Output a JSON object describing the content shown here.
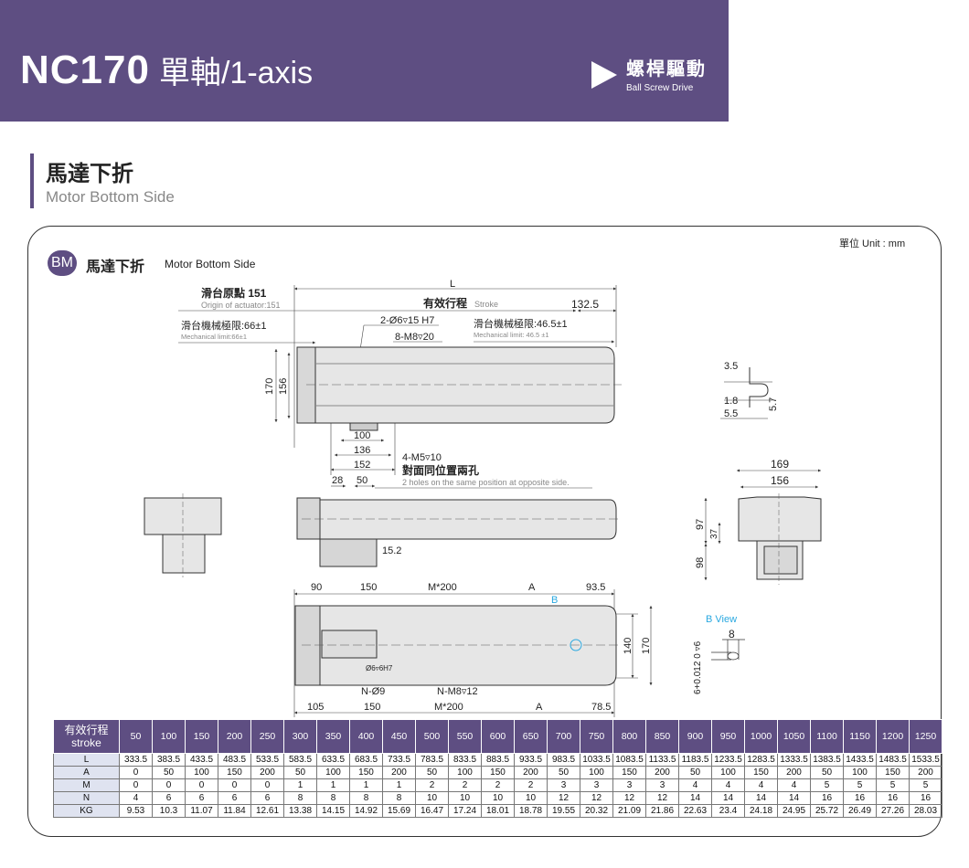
{
  "header": {
    "model": "NC170",
    "axis": "單軸/1-axis",
    "drive_zh": "螺桿驅動",
    "drive_en": "Ball Screw Drive"
  },
  "section": {
    "title_zh": "馬達下折",
    "title_en": "Motor Bottom Side"
  },
  "panel": {
    "unit": "單位 Unit : mm",
    "badge": "BM",
    "title_zh": "馬達下折",
    "title_en": "Motor Bottom Side"
  },
  "drawing": {
    "origin_zh": "滑台原點 151",
    "origin_en": "Origin of actuator:151",
    "mech_left_zh": "滑台機械極限:66±1",
    "mech_left_en": "Mechanical limit:66±1",
    "mech_right_zh": "滑台機械極限:46.5±1",
    "mech_right_en": "Mechanical limit: 46.5 ±1",
    "L": "L",
    "stroke_zh": "有效行程",
    "stroke_en": "Stroke",
    "d132_5": "132.5",
    "pin_holes": "2-Ø6▿15 H7",
    "tap_holes": "8-M8▿20",
    "d170": "170",
    "d156": "156",
    "d100": "100",
    "d136": "136",
    "d152": "152",
    "m5": "4-M5▿10",
    "m5_zh": "對面同位置兩孔",
    "m5_en": "2 holes on the same position at opposite side.",
    "d28": "28",
    "d50": "50",
    "d15_2": "15.2",
    "top90": "90",
    "top150": "150",
    "topM": "M*200",
    "topA": "A",
    "top93_5": "93.5",
    "B": "B",
    "bot105": "105",
    "bot150": "150",
    "botM": "M*200",
    "botA": "A",
    "bot78_5": "78.5",
    "d140": "140",
    "d170b": "170",
    "pin_b": "Ø6▿6H7",
    "n_holes": "N-Ø9",
    "n_taps": "N-M8▿12",
    "p3_5": "3.5",
    "p1_8": "1.8",
    "p5_5": "5.5",
    "p5_7": "5.7",
    "e169": "169",
    "e156": "156",
    "e97": "97",
    "e37": "37",
    "e98": "98",
    "bview": "B View",
    "b8": "8",
    "btol": "6+0.012 0 ▿6"
  },
  "table": {
    "header_zh": "有效行程",
    "header_en": "stroke",
    "strokes": [
      "50",
      "100",
      "150",
      "200",
      "250",
      "300",
      "350",
      "400",
      "450",
      "500",
      "550",
      "600",
      "650",
      "700",
      "750",
      "800",
      "850",
      "900",
      "950",
      "1000",
      "1050",
      "1100",
      "1150",
      "1200",
      "1250"
    ],
    "rows": [
      {
        "label": "L",
        "values": [
          "333.5",
          "383.5",
          "433.5",
          "483.5",
          "533.5",
          "583.5",
          "633.5",
          "683.5",
          "733.5",
          "783.5",
          "833.5",
          "883.5",
          "933.5",
          "983.5",
          "1033.5",
          "1083.5",
          "1133.5",
          "1183.5",
          "1233.5",
          "1283.5",
          "1333.5",
          "1383.5",
          "1433.5",
          "1483.5",
          "1533.5"
        ]
      },
      {
        "label": "A",
        "values": [
          "0",
          "50",
          "100",
          "150",
          "200",
          "50",
          "100",
          "150",
          "200",
          "50",
          "100",
          "150",
          "200",
          "50",
          "100",
          "150",
          "200",
          "50",
          "100",
          "150",
          "200",
          "50",
          "100",
          "150",
          "200"
        ]
      },
      {
        "label": "M",
        "values": [
          "0",
          "0",
          "0",
          "0",
          "0",
          "1",
          "1",
          "1",
          "1",
          "2",
          "2",
          "2",
          "2",
          "3",
          "3",
          "3",
          "3",
          "4",
          "4",
          "4",
          "4",
          "5",
          "5",
          "5",
          "5"
        ]
      },
      {
        "label": "N",
        "values": [
          "4",
          "6",
          "6",
          "6",
          "6",
          "8",
          "8",
          "8",
          "8",
          "10",
          "10",
          "10",
          "10",
          "12",
          "12",
          "12",
          "12",
          "14",
          "14",
          "14",
          "14",
          "16",
          "16",
          "16",
          "16"
        ]
      },
      {
        "label": "KG",
        "values": [
          "9.53",
          "10.3",
          "11.07",
          "11.84",
          "12.61",
          "13.38",
          "14.15",
          "14.92",
          "15.69",
          "16.47",
          "17.24",
          "18.01",
          "18.78",
          "19.55",
          "20.32",
          "21.09",
          "21.86",
          "22.63",
          "23.4",
          "24.18",
          "24.95",
          "25.72",
          "26.49",
          "27.26",
          "28.03"
        ]
      }
    ]
  },
  "colors": {
    "brand": "#5e4e82",
    "accent": "#29a8e0"
  }
}
